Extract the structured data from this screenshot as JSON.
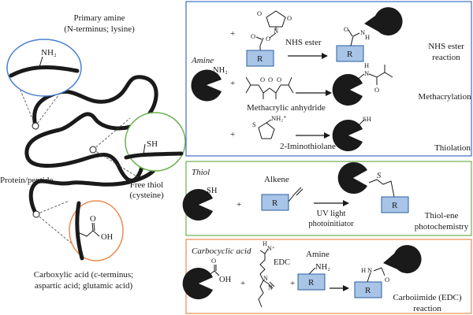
{
  "left": {
    "amine_callout": {
      "line1": "Primary amine",
      "line2": "(N-terminus; lysine)",
      "group": "NH2",
      "color": "#4a7fd0"
    },
    "thiol_callout": {
      "line1": "Free thiol",
      "line2": "(cysteine)",
      "group": "SH",
      "color": "#6ab04c"
    },
    "carboxyl_callout": {
      "line1": "Carboxylic acid (c-terminus;",
      "line2": "aspartic acid; glutamic acid)",
      "group": "OH",
      "color": "#ec8a4e"
    },
    "chain_label": "Protein/peptide"
  },
  "panels": {
    "amine": {
      "border_color": "#3d6fc4",
      "title": "Amine",
      "amine_group": "NH2",
      "plus": "+",
      "r_label": "R",
      "rows": [
        {
          "reagent": "NHS ester",
          "reaction": "NHS ester",
          "reaction2": "reaction",
          "atoms": [
            "O",
            "N",
            "O",
            "O",
            "O",
            "O",
            "N",
            "H"
          ]
        },
        {
          "reagent": "Methacrylic anhydride",
          "reaction": "Methacrylation",
          "atoms": [
            "O",
            "O",
            "O",
            "H",
            "N",
            "O"
          ]
        },
        {
          "reagent": "2-Iminothiolane",
          "reaction": "Thiolation",
          "atoms": [
            "S",
            "NH2+",
            "SH"
          ]
        }
      ]
    },
    "thiol": {
      "border_color": "#6ab04c",
      "title": "Thiol",
      "group": "SH",
      "plus": "+",
      "alkene_label": "Alkene",
      "r_label": "R",
      "conditions": [
        "UV light",
        "photoinitiator"
      ],
      "reaction": [
        "Thiol-ene",
        "photochemistry"
      ],
      "product_atom": "S"
    },
    "carboxylic": {
      "border_color": "#ec8a4e",
      "title": "Carbocyclic acid",
      "group_o": "O",
      "group_oh": "OH",
      "reagent": "EDC",
      "reagent_atoms": [
        "N+",
        "H",
        "N",
        "N"
      ],
      "plus": [
        "+",
        "+"
      ],
      "amine_label": "Amine",
      "amine_group": "NH2",
      "r_label": "R",
      "product_atoms": [
        "H",
        "N",
        "O"
      ],
      "reaction": [
        "Carboiimide (EDC)",
        "reaction"
      ]
    }
  }
}
